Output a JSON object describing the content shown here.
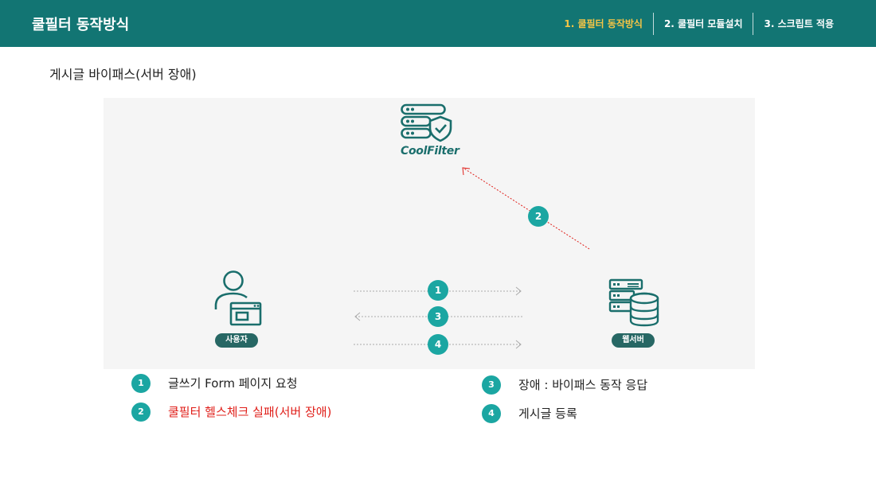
{
  "header": {
    "title": "쿨필터 동작방식",
    "steps": [
      {
        "label": "1. 쿨필터 동작방식",
        "active": true
      },
      {
        "label": "2. 쿨필터 모듈설치",
        "active": false
      },
      {
        "label": "3. 스크립트 적용",
        "active": false
      }
    ]
  },
  "section": {
    "title": "게시글 바이패스(서버 장애)"
  },
  "diagram": {
    "logo_text": "CoolFilter",
    "user_label": "사용자",
    "server_label": "웹서버",
    "arrow_badges": [
      "1",
      "3",
      "4",
      "2"
    ]
  },
  "legend": [
    {
      "num": "1",
      "text": "글쓰기 Form 페이지 요청",
      "highlight": false
    },
    {
      "num": "2",
      "text": "쿨필터 헬스체크 실패(서버 장애)",
      "highlight": true
    },
    {
      "num": "3",
      "text": "장애 : 바이패스 동작 응답",
      "highlight": false
    },
    {
      "num": "4",
      "text": "게시글 등록",
      "highlight": false
    }
  ],
  "colors": {
    "header_bg": "#127573",
    "active_step": "#f6c545",
    "badge": "#1ba6a2",
    "pill": "#276764",
    "error_text": "#e0201b",
    "arrow_red": "#e0201b"
  },
  "icons": [
    "coolfilter-server-shield-icon",
    "user-browser-icon",
    "web-server-database-icon"
  ]
}
